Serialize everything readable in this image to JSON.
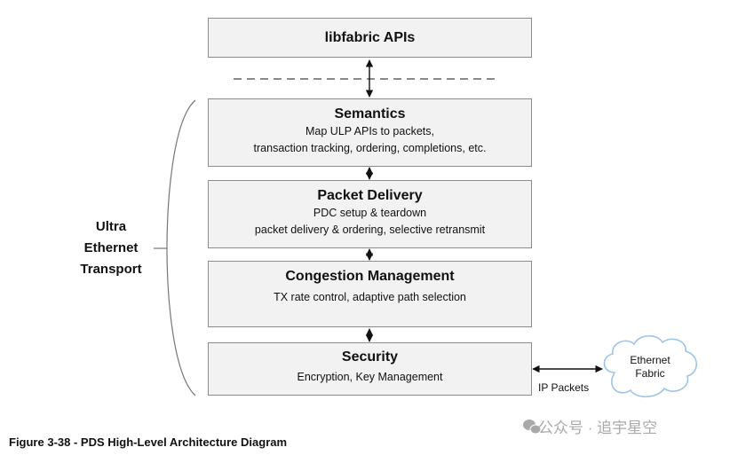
{
  "diagram": {
    "api_box": {
      "title": "libfabric APIs"
    },
    "layers": [
      {
        "title": "Semantics",
        "lines": [
          "Map ULP APIs to packets,",
          "transaction tracking, ordering, completions, etc."
        ]
      },
      {
        "title": "Packet Delivery",
        "lines": [
          "PDC setup & teardown",
          "packet delivery & ordering, selective retransmit"
        ]
      },
      {
        "title": "Congestion Management",
        "lines": [
          "TX rate control, adaptive path selection"
        ]
      },
      {
        "title": "Security",
        "lines": [
          "Encryption, Key Management"
        ]
      }
    ],
    "transport_label": [
      "Ultra",
      "Ethernet",
      "Transport"
    ],
    "ip_packets_label": "IP Packets",
    "fabric_label": [
      "Ethernet",
      "Fabric"
    ]
  },
  "caption": "Figure 3-38 - PDS High-Level Architecture Diagram",
  "watermark": "公众号 · 追宇星空",
  "colors": {
    "box_fill": "#f2f2f2",
    "box_border": "#8c8c8c",
    "cloud_stroke": "#9dc3e6",
    "watermark": "#a9a9a9"
  }
}
